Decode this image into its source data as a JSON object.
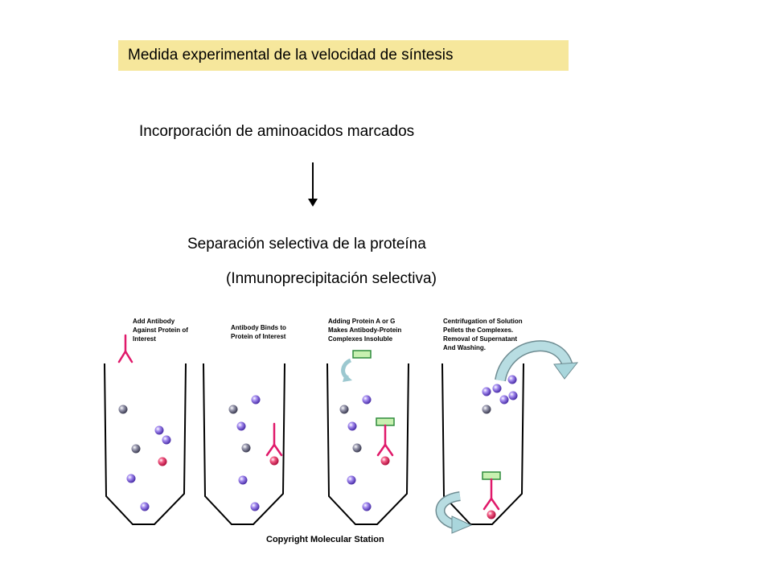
{
  "title": "Medida experimental de la velocidad de síntesis",
  "steps": {
    "incorporation": "Incorporación de aminoacidos marcados",
    "separation": "Separación selectiva de la proteína",
    "method": "(Inmunoprecipitación selectiva)"
  },
  "figure": {
    "panel1": [
      "Add Antibody",
      "Against Protein of",
      "Interest"
    ],
    "panel2": [
      "Antibody Binds to",
      "Protein of Interest"
    ],
    "panel3": [
      "Adding Protein A or G",
      "Makes Antibody-Protein",
      "Complexes Insoluble"
    ],
    "panel4": [
      "Centrifugation of Solution",
      "Pellets the Complexes.",
      "Removal of Supernatant",
      "And Washing."
    ],
    "copyright": "Copyright Molecular Station"
  },
  "colors": {
    "title_bg": "#f6e79c",
    "antibody": "#e0196a",
    "protein_purple": "#7b5cd6",
    "protein_grey": "#6e6e86",
    "target_protein": "#ec2b63",
    "protein_ag": "#c8f0b0",
    "curved_arrow": "#a9d6dc"
  }
}
